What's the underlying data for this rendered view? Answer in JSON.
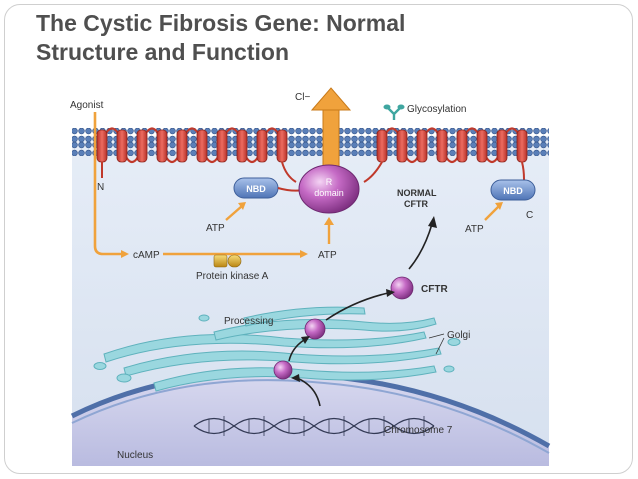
{
  "slide": {
    "title_lines": [
      "The Cystic Fibrosis Gene: Normal",
      "Structure and Function"
    ]
  },
  "diagram": {
    "labels": {
      "agonist": "Agonist",
      "chloride": "Cl−",
      "glycosylation": "Glycosylation",
      "n_terminus": "N",
      "c_terminus": "C",
      "nbd_left": "NBD",
      "nbd_right": "NBD",
      "r_domain_line1": "R",
      "r_domain_line2": "domain",
      "normal_cftr_line1": "NORMAL",
      "normal_cftr_line2": "CFTR",
      "atp_left": "ATP",
      "atp_middle": "ATP",
      "atp_right": "ATP",
      "camp": "cAMP",
      "protein_kinase": "Protein kinase A",
      "cftr": "CFTR",
      "processing": "Processing",
      "golgi": "Golgi",
      "chromosome": "Chromosome 7",
      "nucleus": "Nucleus"
    },
    "colors": {
      "cytoplasm": "#dde6f3",
      "membrane_head": "#5a7fb8",
      "helix": "#d8453a",
      "arrow_orange": "#f0a23c",
      "purple_domain": "#b557b5",
      "nbd_blue": "#6f93cf",
      "golgi": "#9ad7df",
      "nucleus": "#c9cbe6",
      "nuclear_envelope": "#4f6fa8",
      "kinase_gold": "#d9a72a"
    }
  }
}
